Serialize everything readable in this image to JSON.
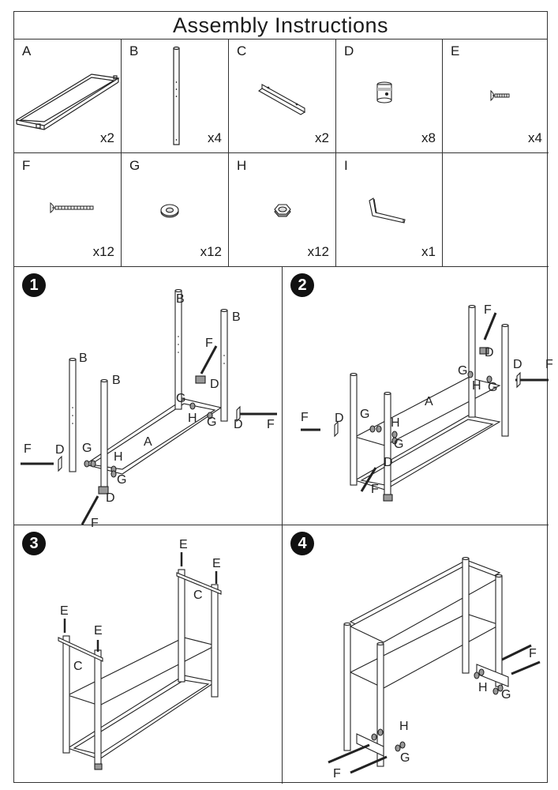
{
  "title": "Assembly Instructions",
  "parts": [
    {
      "letter": "A",
      "qty": "x2",
      "icon": "shelf-frame-icon"
    },
    {
      "letter": "B",
      "qty": "x4",
      "icon": "leg-tube-icon"
    },
    {
      "letter": "C",
      "qty": "x2",
      "icon": "angle-bracket-icon"
    },
    {
      "letter": "D",
      "qty": "x8",
      "icon": "connector-sleeve-icon"
    },
    {
      "letter": "E",
      "qty": "x4",
      "icon": "short-screw-icon"
    },
    {
      "letter": "F",
      "qty": "x12",
      "icon": "long-bolt-icon"
    },
    {
      "letter": "G",
      "qty": "x12",
      "icon": "washer-icon"
    },
    {
      "letter": "H",
      "qty": "x12",
      "icon": "hex-nut-icon"
    },
    {
      "letter": "I",
      "qty": "x1",
      "icon": "allen-key-icon"
    }
  ],
  "steps": [
    {
      "number": "1"
    },
    {
      "number": "2"
    },
    {
      "number": "3"
    },
    {
      "number": "4"
    }
  ],
  "labels": {
    "A": "A",
    "B": "B",
    "C": "C",
    "D": "D",
    "E": "E",
    "F": "F",
    "G": "G",
    "H": "H"
  }
}
